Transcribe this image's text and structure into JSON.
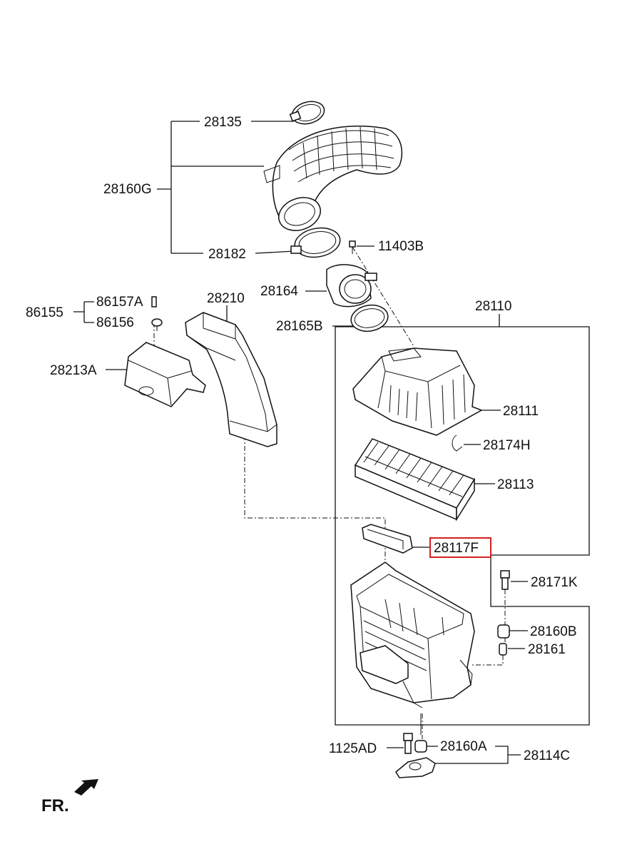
{
  "labels": {
    "p28135": "28135",
    "p28160G": "28160G",
    "p28182": "28182",
    "p11403B": "11403B",
    "p28164": "28164",
    "p28165B": "28165B",
    "p28110": "28110",
    "p28210": "28210",
    "p86155": "86155",
    "p86157A": "86157A",
    "p86156": "86156",
    "p28213A": "28213A",
    "p28111": "28111",
    "p28174H": "28174H",
    "p28113": "28113",
    "p28117F": "28117F",
    "p28171K": "28171K",
    "p28160B": "28160B",
    "p28161": "28161",
    "p1125AD": "1125AD",
    "p28160A": "28160A",
    "p28114C": "28114C"
  },
  "direction_marker": "FR.",
  "highlight_color": "#d62020"
}
